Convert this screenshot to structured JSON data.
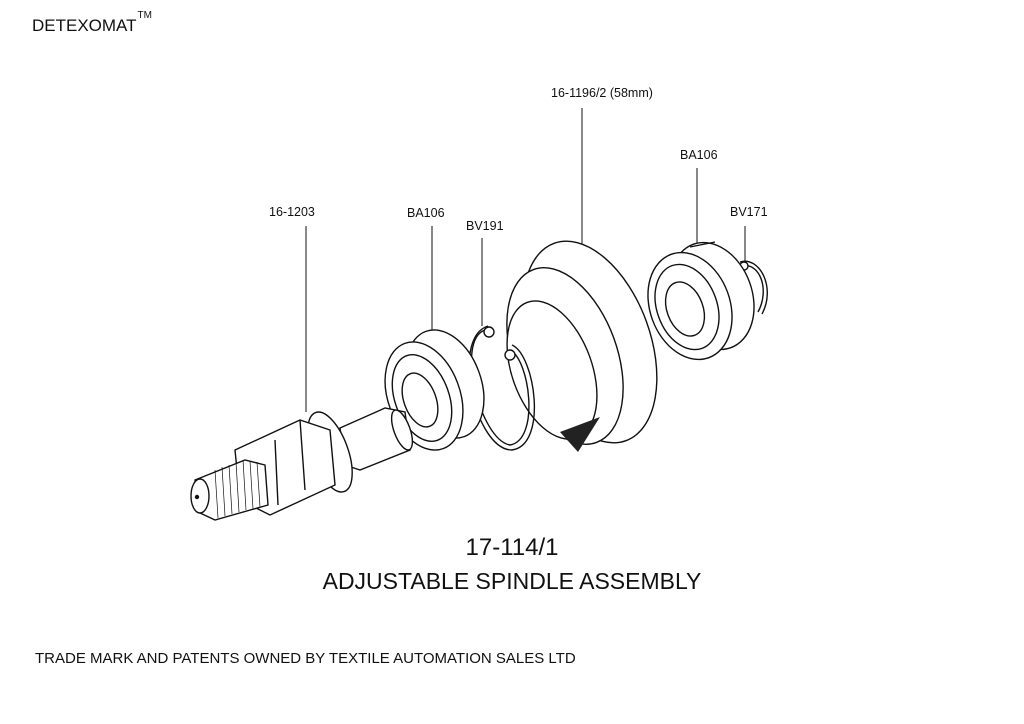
{
  "header": {
    "brand": "DETEXOMAT",
    "trademark": "TM"
  },
  "parts": [
    {
      "label": "16-1203"
    },
    {
      "label": "BA106"
    },
    {
      "label": "BV191"
    },
    {
      "label": "16-1196/2 (58mm)"
    },
    {
      "label": "BA106"
    },
    {
      "label": "BV171"
    }
  ],
  "assembly": {
    "number": "17-114/1",
    "title": "ADJUSTABLE SPINDLE ASSEMBLY"
  },
  "footer": {
    "text": "TRADE MARK AND PATENTS OWNED BY TEXTILE AUTOMATION SALES LTD"
  }
}
